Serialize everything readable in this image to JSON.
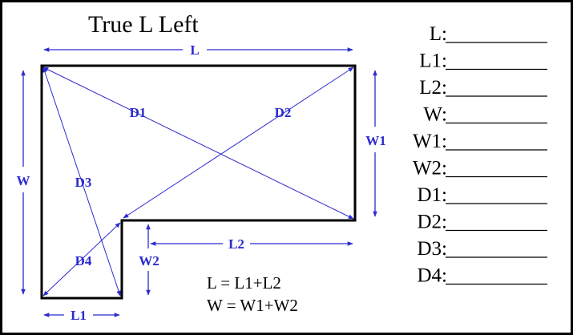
{
  "title": "True L Left",
  "colors": {
    "dimension": "#2b2bd1",
    "outline": "#000000",
    "background": "#ffffff"
  },
  "labels": {
    "L": "L",
    "L1": "L1",
    "L2": "L2",
    "W": "W",
    "W1": "W1",
    "W2": "W2",
    "D1": "D1",
    "D2": "D2",
    "D3": "D3",
    "D4": "D4"
  },
  "formulas": [
    "L = L1+L2",
    "W = W1+W2"
  ],
  "fields": [
    {
      "label": "L:",
      "value": ""
    },
    {
      "label": "L1:",
      "value": ""
    },
    {
      "label": "L2:",
      "value": ""
    },
    {
      "label": "W:",
      "value": ""
    },
    {
      "label": "W1:",
      "value": ""
    },
    {
      "label": "W2:",
      "value": ""
    },
    {
      "label": "D1:",
      "value": ""
    },
    {
      "label": "D2:",
      "value": ""
    },
    {
      "label": "D3:",
      "value": ""
    },
    {
      "label": "D4:",
      "value": ""
    }
  ]
}
